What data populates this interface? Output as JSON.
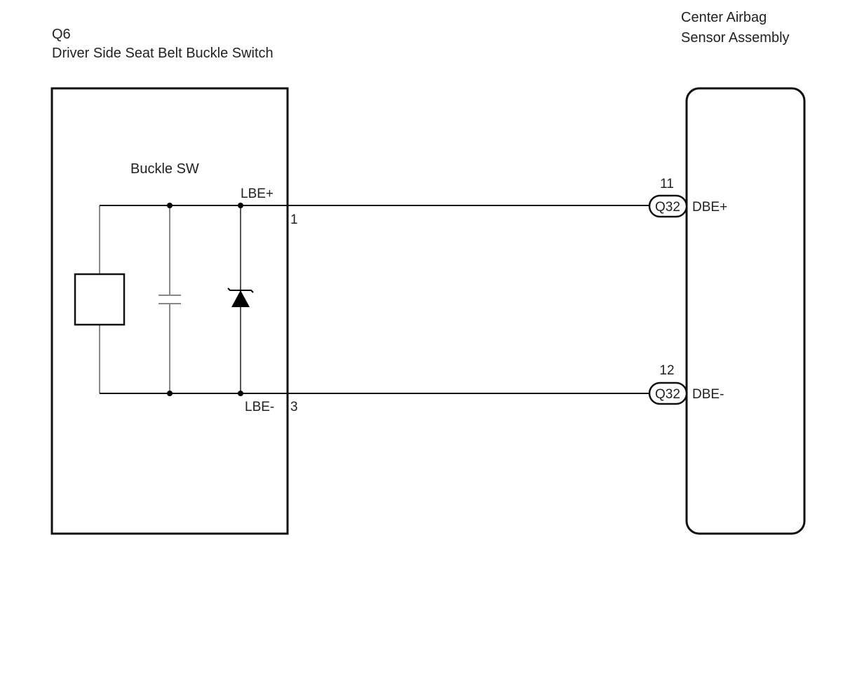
{
  "left_component": {
    "code": "Q6",
    "name": "Driver Side Seat Belt Buckle Switch",
    "inner_label": "Buckle SW",
    "pins": [
      {
        "signal": "LBE+",
        "number": "1"
      },
      {
        "signal": "LBE-",
        "number": "3"
      }
    ]
  },
  "right_component": {
    "name_line1": "Center Airbag",
    "name_line2": "Sensor Assembly",
    "pins": [
      {
        "connector": "Q32",
        "number": "11",
        "signal": "DBE+"
      },
      {
        "connector": "Q32",
        "number": "12",
        "signal": "DBE-"
      }
    ]
  },
  "icons": {
    "switch_element": "switch-box-icon",
    "capacitor": "capacitor-icon",
    "zener_diode": "zener-diode-icon",
    "connector": "connector-oval-icon"
  },
  "colors": {
    "line": "#111111",
    "gray_wire": "#888888",
    "text": "#222222"
  }
}
